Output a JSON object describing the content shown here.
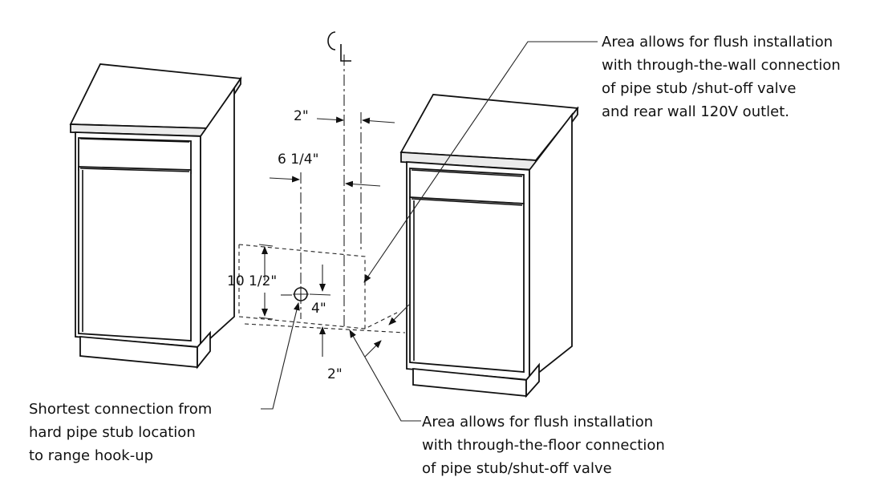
{
  "centerline_symbol": "CL",
  "notes": {
    "wall_area": [
      "Area allows for flush installation",
      "with through-the-wall connection",
      "of pipe stub /shut-off valve",
      "and rear wall 120V outlet."
    ],
    "floor_area": [
      "Area allows for flush installation",
      "with through-the-floor connection",
      "of pipe stub/shut-off valve"
    ],
    "shortest_connection": [
      "Shortest connection from",
      "hard pipe stub location",
      "to range hook-up"
    ]
  },
  "dimensions": {
    "wall_area_width": "2\"",
    "stub_offset": "6 1/4\"",
    "stub_height": "10 1/2\"",
    "stub_to_floor": "4\"",
    "floor_area_depth": "2\""
  }
}
